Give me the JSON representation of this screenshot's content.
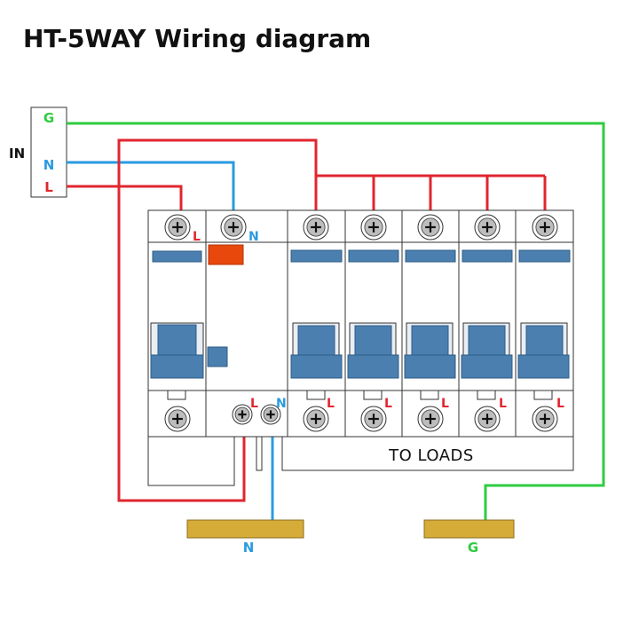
{
  "title": "HT-5WAY Wiring diagram",
  "input_block": {
    "side_label": "IN",
    "terminals": [
      "G",
      "N",
      "L"
    ]
  },
  "main_breaker": {
    "top_terminal_labels": [
      "L",
      "N"
    ],
    "bottom_terminal_labels": [
      "L",
      "N"
    ]
  },
  "branch_breakers": {
    "count": 5,
    "bottom_terminal_label": "L"
  },
  "loads_label": "TO LOADS",
  "bus_bars": [
    {
      "label": "N",
      "color": "#d6ac38"
    },
    {
      "label": "G",
      "color": "#d6ac38"
    }
  ],
  "colors": {
    "ground": "#2ecc40",
    "neutral": "#2a9be0",
    "live": "#e0262f",
    "breaker_blue": "#4a7fb0",
    "rcd_indicator": "#e8480c"
  }
}
